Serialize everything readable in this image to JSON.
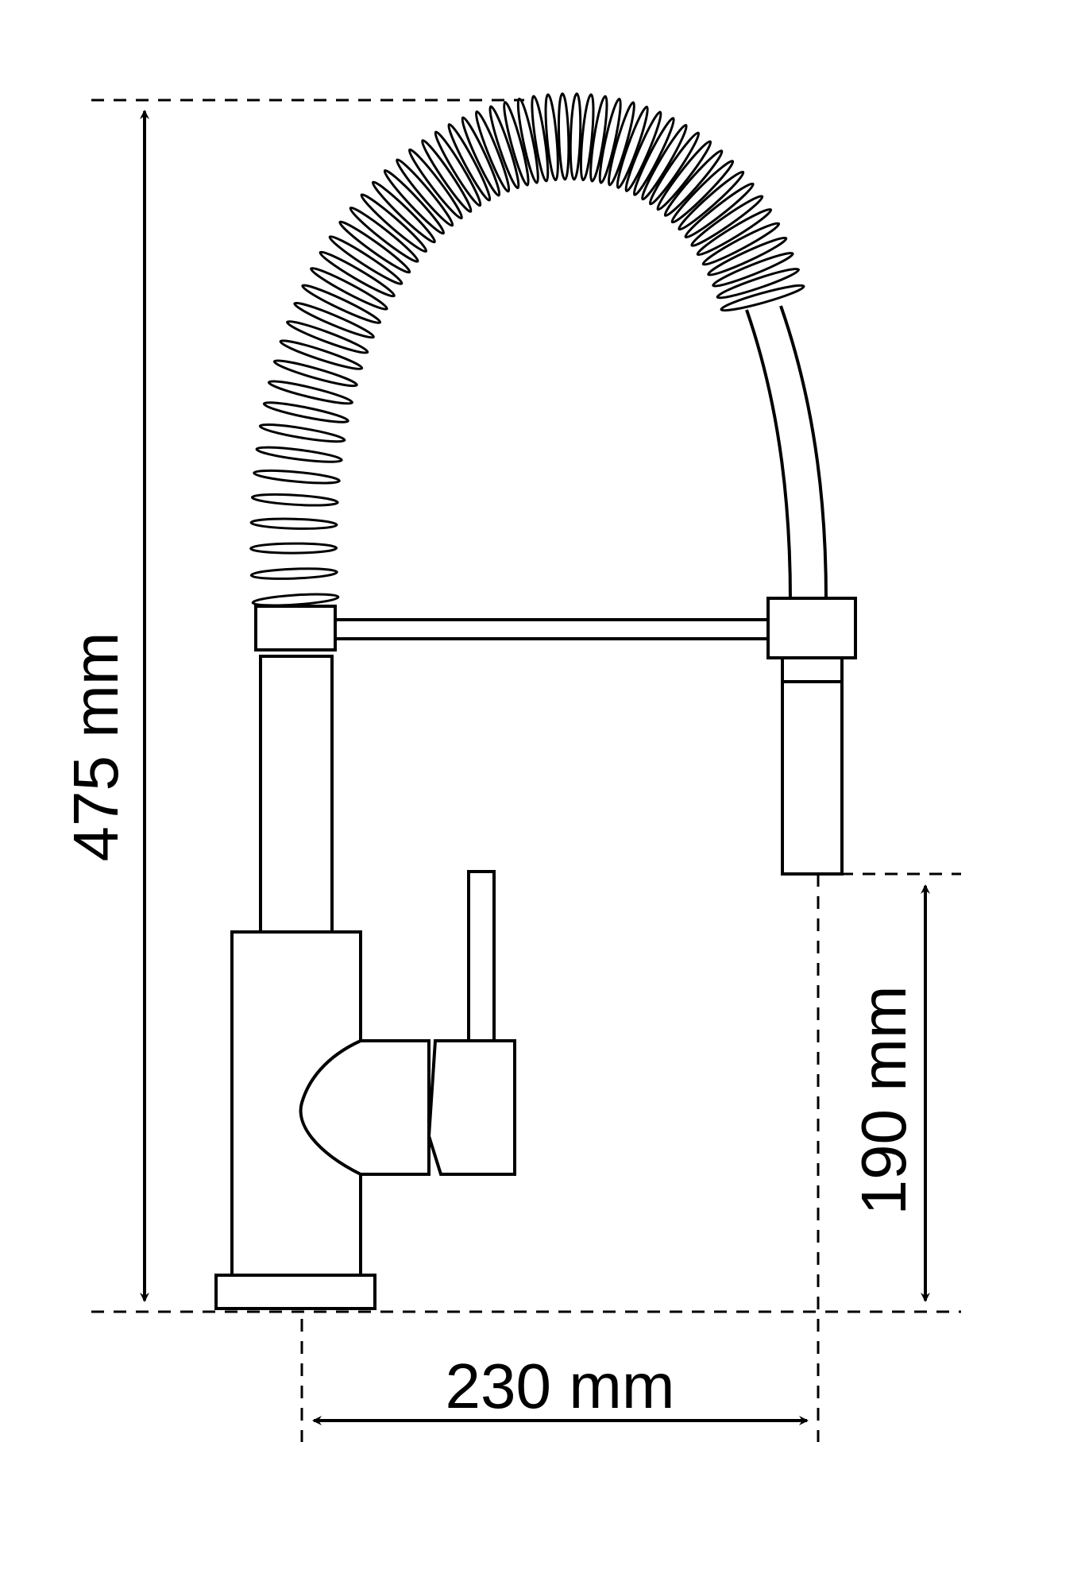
{
  "dimensions": {
    "total_height": "475 mm",
    "spout_clearance": "190 mm",
    "spout_reach": "230 mm"
  },
  "colors": {
    "line": "#000000",
    "background": "#ffffff"
  }
}
